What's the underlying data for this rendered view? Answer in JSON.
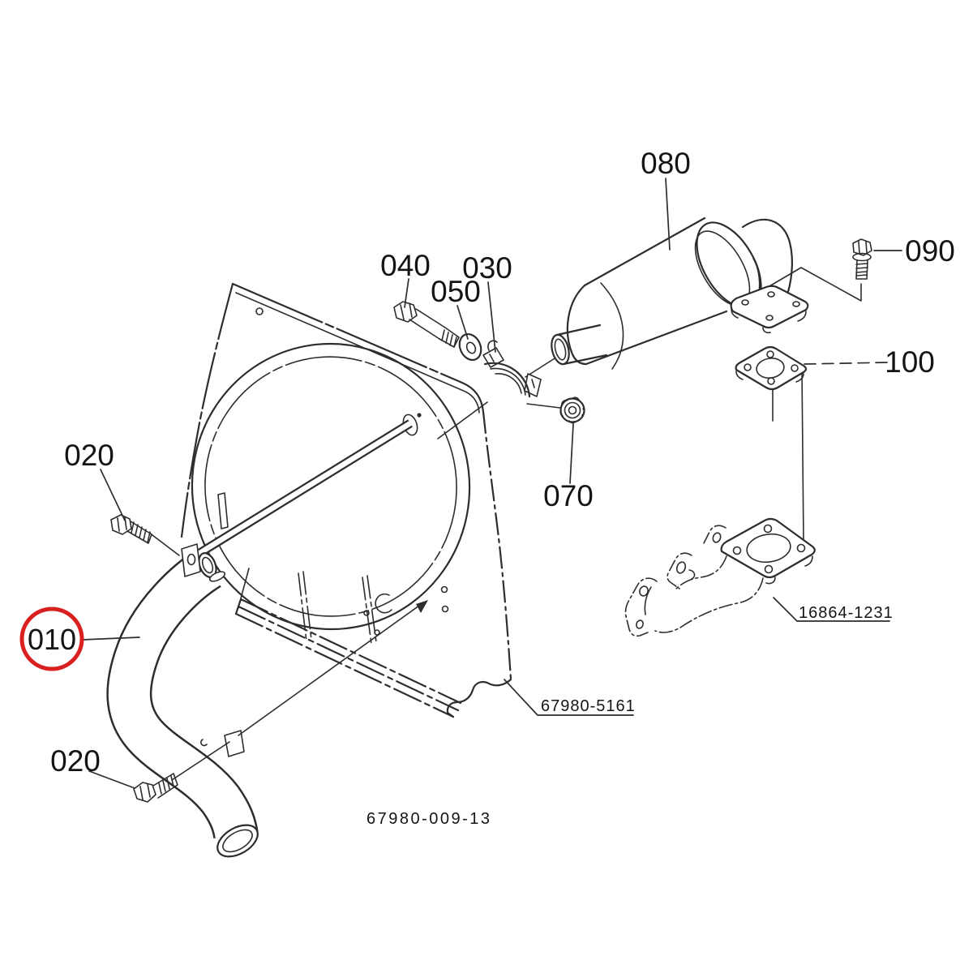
{
  "diagram": {
    "type": "exploded-parts-diagram",
    "highlighted_part": "010",
    "balloons": {
      "b010": "010",
      "b020_upper": "020",
      "b020_lower": "020",
      "b030": "030",
      "b040": "040",
      "b050": "050",
      "b070": "070",
      "b080": "080",
      "b090": "090",
      "b100": "100"
    },
    "references": {
      "manifold_part_number": "16864-1231",
      "shroud_part_number": "67980-5161",
      "drawing_number": "67980-009-13"
    },
    "colors": {
      "line": "#2d2d2d",
      "highlight_red": "#d92020",
      "background": "#ffffff"
    }
  }
}
